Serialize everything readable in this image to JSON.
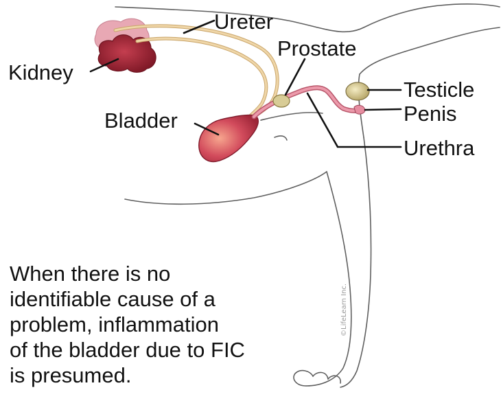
{
  "labels": {
    "ureter": "Ureter",
    "kidney": "Kidney",
    "prostate": "Prostate",
    "testicle": "Testicle",
    "penis": "Penis",
    "bladder": "Bladder",
    "urethra": "Urethra"
  },
  "caption": {
    "line1": "When there is no",
    "line2": "identifiable cause of a",
    "line3": "problem, inflammation",
    "line4": "of the bladder due to FIC",
    "line5": "is presumed."
  },
  "copyright": "©LifeLearn Inc.",
  "colors": {
    "outline": "#5f5f5f",
    "kidney_dark": "#8e1c2c",
    "kidney_light": "#e8a8b4",
    "bladder": "#c43a52",
    "ureter": "#e6c898",
    "urethra": "#e07f93",
    "prostate": "#cdbf8a",
    "testicle": "#d4c896"
  }
}
